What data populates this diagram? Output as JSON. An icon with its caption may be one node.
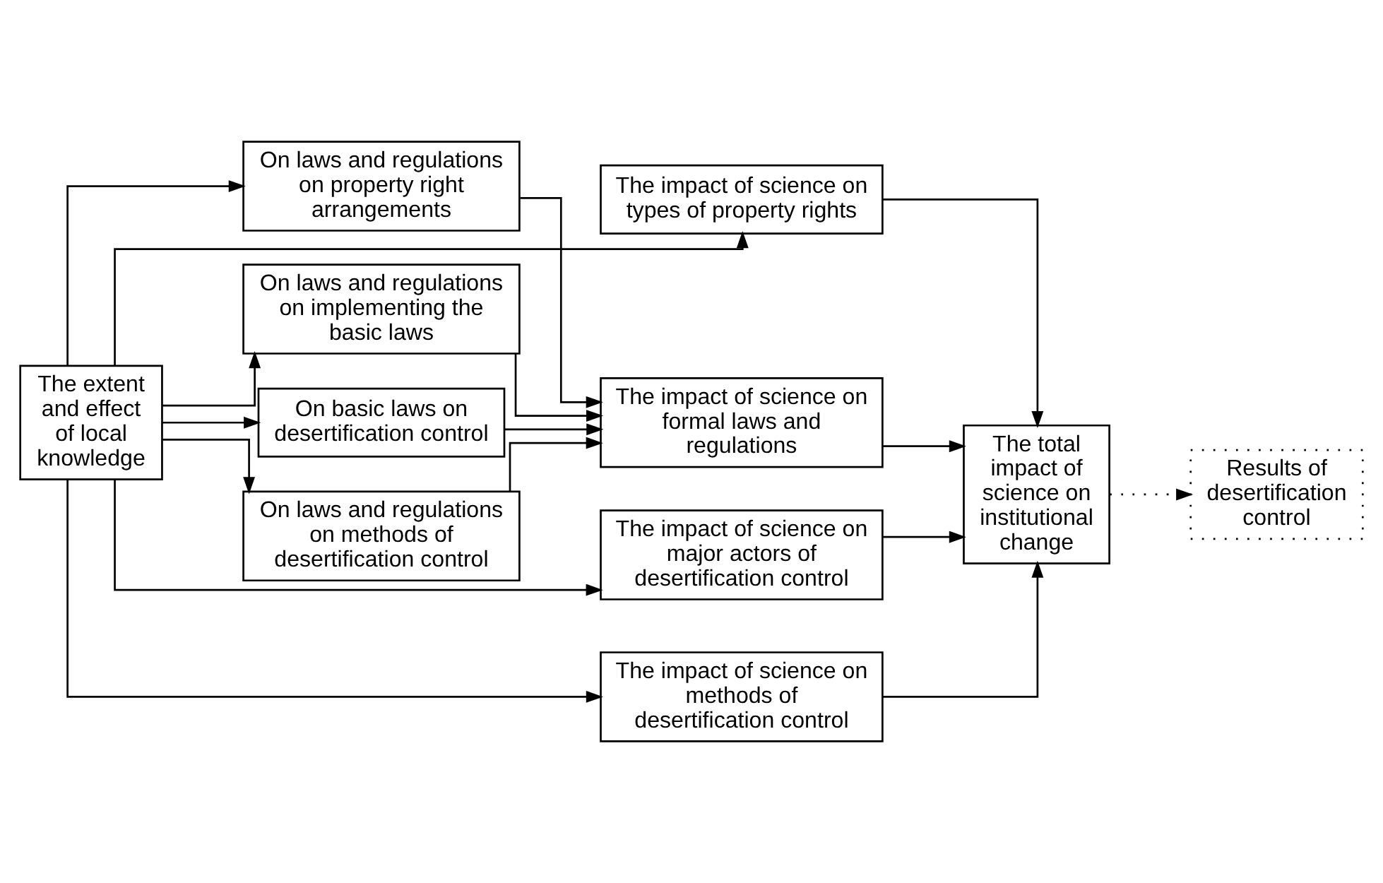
{
  "diagram": {
    "nodes": [
      {
        "text": [
          "The extent and effect of local knowledge"
        ]
      },
      {
        "text": [
          "The impact of science on types of property rights"
        ]
      },
      {
        "text": [
          "On laws and regulations on property right arrangements"
        ]
      },
      {
        "text": [
          "On laws and regulations on implementing the basic laws"
        ]
      },
      {
        "text": [
          "On basic laws on desertification control"
        ]
      },
      {
        "text": [
          "On laws and regulations on methods of desertification control"
        ]
      },
      {
        "text": [
          "The impact of science on formal laws and regulations"
        ]
      },
      {
        "text": [
          "The impact of science on major actors of desertification control"
        ]
      },
      {
        "text": [
          "The impact of science on methods of desertification control"
        ]
      },
      {
        "text": [
          "The total impact of science on institutional change"
        ]
      },
      {
        "text": [
          "Results of desertification control"
        ]
      }
    ],
    "edges": [
      {
        "from": 0,
        "to": 1,
        "arrow": "to"
      },
      {
        "from": 0,
        "to": 2,
        "arrow": "to"
      },
      {
        "from": 0,
        "to": 3,
        "arrow": "to"
      },
      {
        "from": 0,
        "to": 4,
        "arrow": "to"
      },
      {
        "from": 0,
        "to": 5,
        "arrow": "to"
      },
      {
        "from": 0,
        "to": 7,
        "arrow": "to"
      },
      {
        "from": 0,
        "to": 8,
        "arrow": "to"
      },
      {
        "from": 2,
        "to": 6,
        "arrow": "to"
      },
      {
        "from": 3,
        "to": 6,
        "arrow": "to"
      },
      {
        "from": 4,
        "to": 6,
        "arrow": "to"
      },
      {
        "from": 5,
        "to": 6,
        "arrow": "to"
      },
      {
        "from": 1,
        "to": 9,
        "arrow": "to"
      },
      {
        "from": 6,
        "to": 9,
        "arrow": "to"
      },
      {
        "from": 7,
        "to": 9,
        "arrow": "to"
      },
      {
        "from": 8,
        "to": 9,
        "arrow": "to"
      },
      {
        "from": 9,
        "to": 10,
        "arrow": "to",
        "style": "dashed"
      }
    ]
  }
}
